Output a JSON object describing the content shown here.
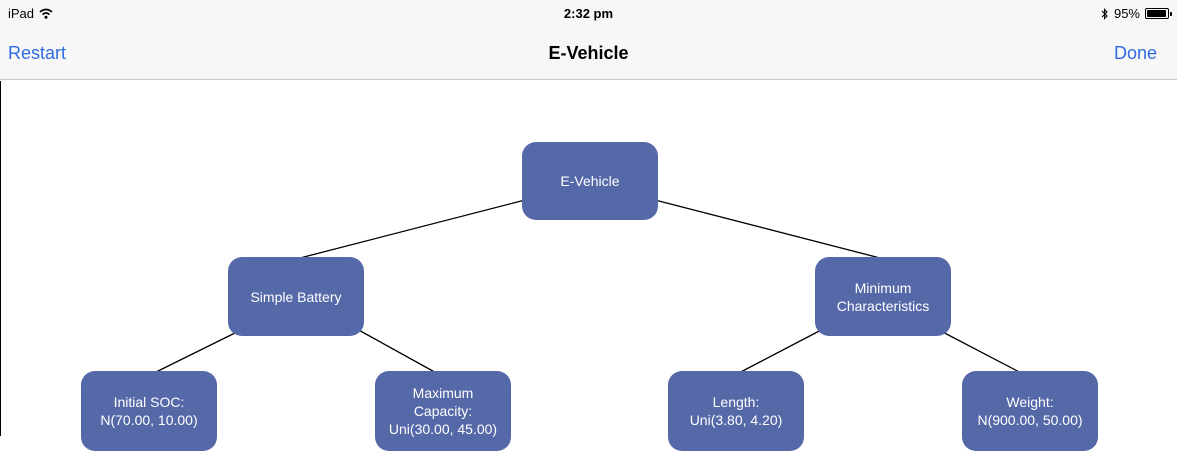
{
  "status_bar": {
    "device": "iPad",
    "time": "2:32 pm",
    "battery": "95%",
    "battery_level": 0.95
  },
  "nav": {
    "left_label": "Restart",
    "title": "E-Vehicle",
    "right_label": "Done"
  },
  "tree": {
    "root": {
      "label": "E-Vehicle"
    },
    "left_branch": {
      "label": "Simple Battery",
      "children": [
        {
          "line1": "Initial SOC:",
          "line2": "N(70.00, 10.00)"
        },
        {
          "line1": "Maximum",
          "line2": "Capacity:",
          "line3": "Uni(30.00, 45.00)"
        }
      ]
    },
    "right_branch": {
      "line1": "Minimum",
      "line2": "Characteristics",
      "children": [
        {
          "line1": "Length:",
          "line2": "Uni(3.80, 4.20)"
        },
        {
          "line1": "Weight:",
          "line2": "N(900.00, 50.00)"
        }
      ]
    }
  },
  "colors": {
    "node_fill": "#5568a8",
    "link_blue": "#2f6be0",
    "bar_bg": "#f7f7f7"
  }
}
